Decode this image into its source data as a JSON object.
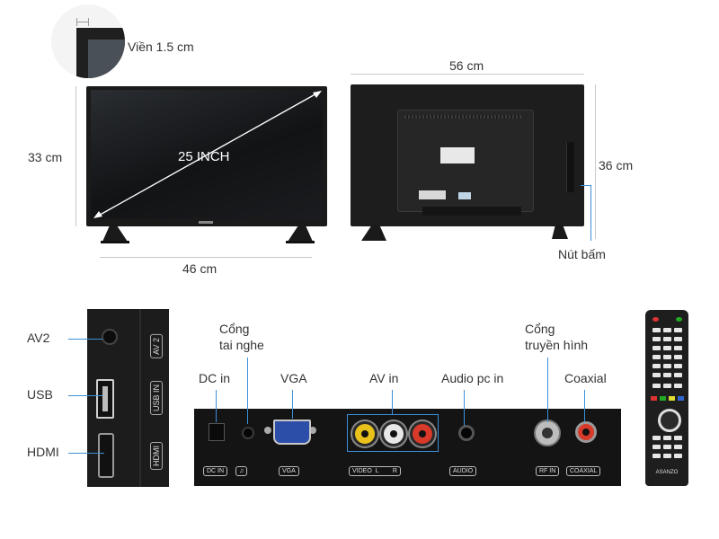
{
  "bezel": {
    "label": "Viền 1.5 cm"
  },
  "front": {
    "diagonal_label": "25 INCH",
    "height_label": "33 cm",
    "width_label": "46 cm"
  },
  "back": {
    "width_label": "56 cm",
    "height_label": "36 cm",
    "buttons_label": "Nút bấm"
  },
  "side_ports": [
    {
      "label": "AV2",
      "tag": "AV 2"
    },
    {
      "label": "USB",
      "tag": "USB IN"
    },
    {
      "label": "HDMI",
      "tag": "HDMI"
    }
  ],
  "rear_ports": {
    "dc_in": "DC in",
    "headphone": "Cổng\ntai nghe",
    "vga": "VGA",
    "av_in": "AV in",
    "audio_pc": "Audio pc in",
    "antenna": "Cổng\ntruyền hình",
    "coaxial": "Coaxial"
  },
  "panel_tags": {
    "dc": "DC IN",
    "vga": "VGA",
    "video": "VIDEO  L        R",
    "audio": "AUDIO",
    "rf": "RF IN",
    "coax": "COAXIAL"
  },
  "remote": {
    "brand": "ASANZO"
  },
  "colors": {
    "tv_body": "#1c1c1c",
    "panel": "#141414",
    "highlight_box": "#3b8fd9",
    "rca_yellow": "#e8c21a",
    "rca_white": "#e8e8e8",
    "rca_red": "#d83a2a"
  }
}
